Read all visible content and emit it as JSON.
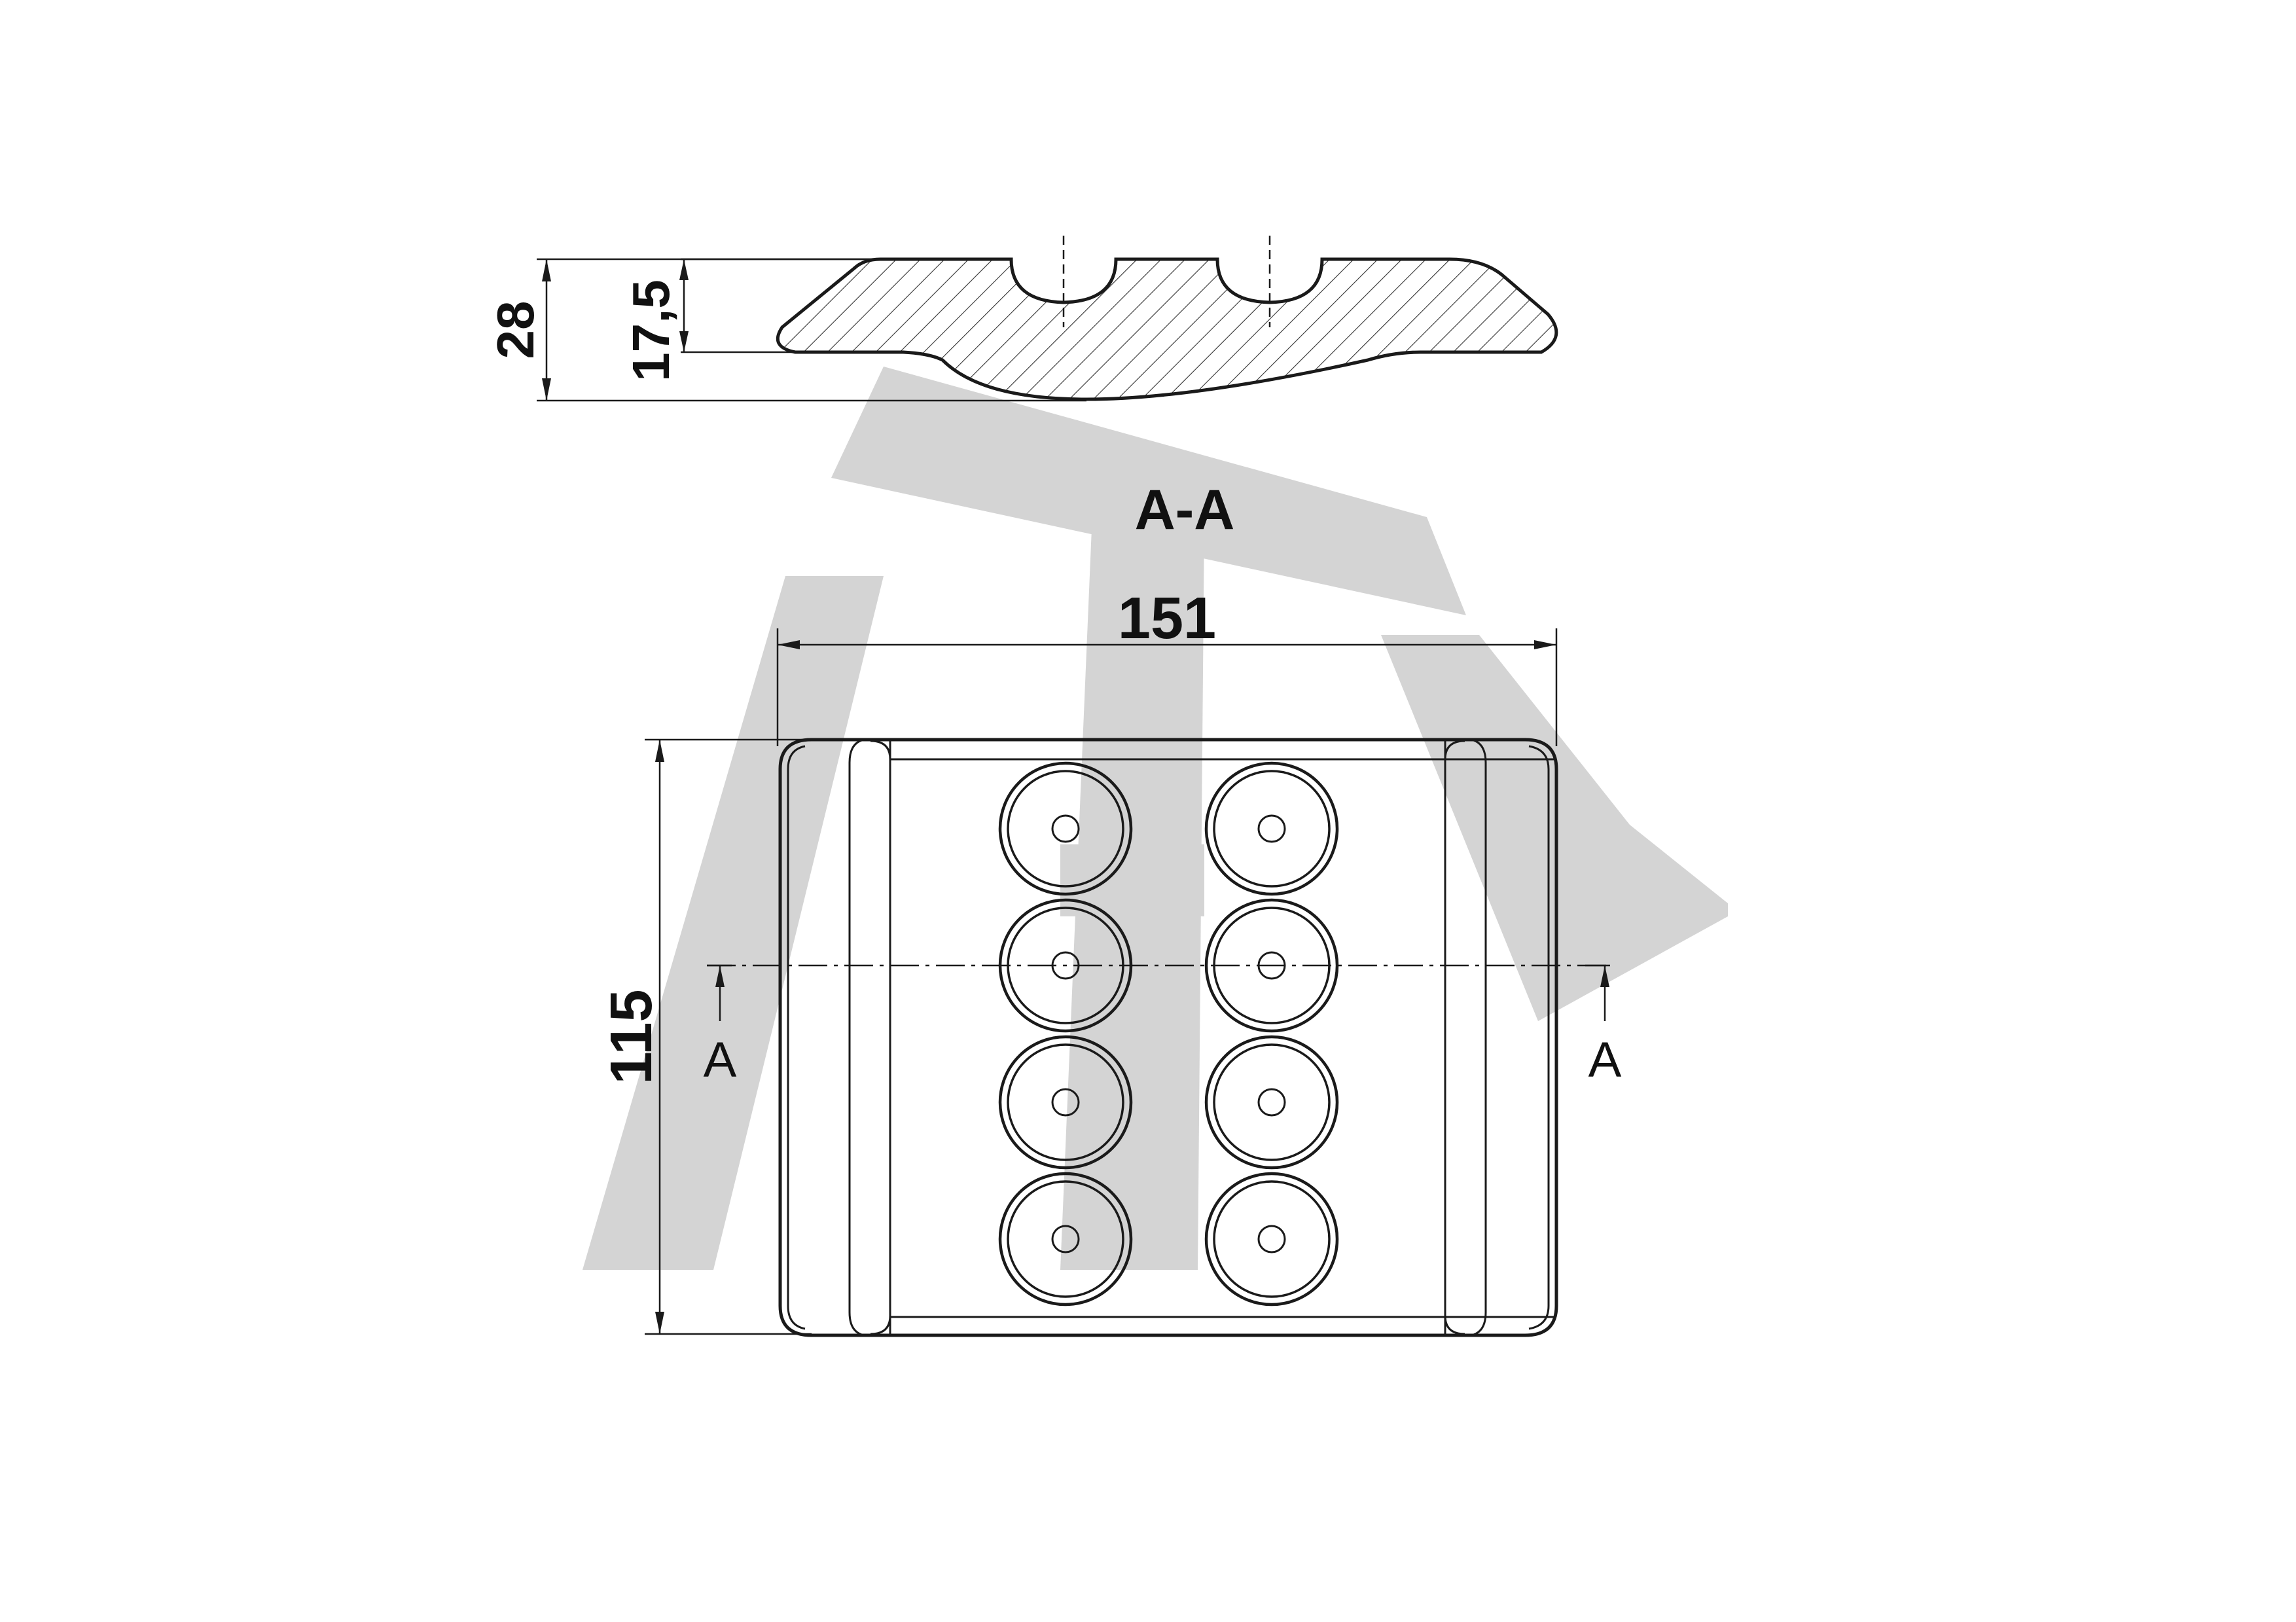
{
  "section": {
    "title": "A-A",
    "dims": {
      "height_total": "28",
      "height_body": "17,5"
    }
  },
  "plan": {
    "dims": {
      "width": "151",
      "height": "115"
    },
    "section_marker_left": "A",
    "section_marker_right": "A",
    "hole_rows": 4,
    "hole_cols": 2
  },
  "colors": {
    "line": "#1a1a1a",
    "watermark": "#d4d4d4",
    "background": "#ffffff"
  }
}
